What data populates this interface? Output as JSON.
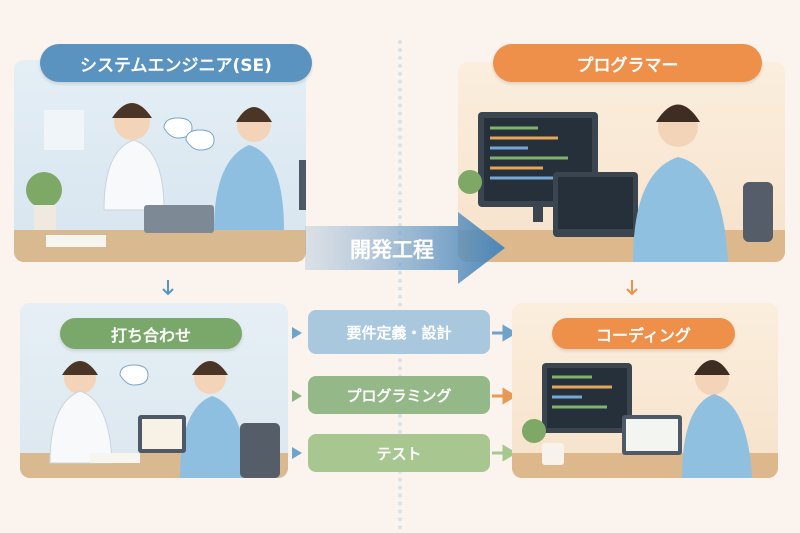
{
  "roles": {
    "se_label": "システムエンジニア(SE)",
    "programmer_label": "プログラマー"
  },
  "center_arrow": {
    "label": "開発工程"
  },
  "tasks": {
    "meeting": "打ち合わせ",
    "coding": "コーディング"
  },
  "steps": [
    {
      "label": "要件定義・設計",
      "color": "#a9c8dd"
    },
    {
      "label": "プログラミング",
      "color": "#94b888"
    },
    {
      "label": "テスト",
      "color": "#a8c690"
    }
  ],
  "colors": {
    "blue": "#5a93bf",
    "orange": "#ee8f4a",
    "green": "#7aa86a",
    "background": "#fbf3ee"
  }
}
